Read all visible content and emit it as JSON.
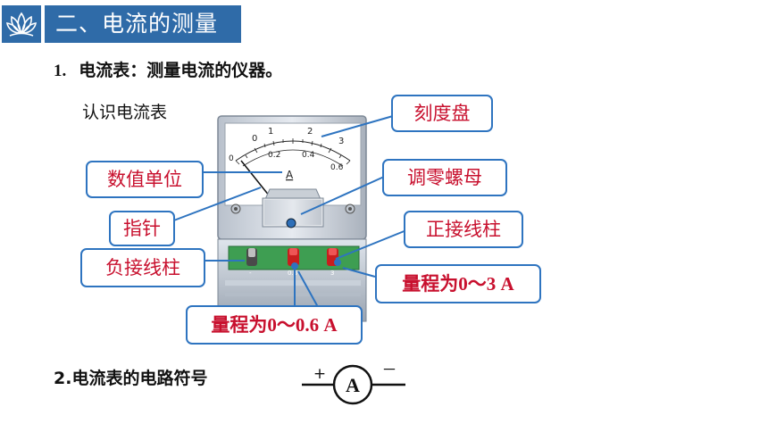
{
  "header": {
    "section_title": "二、电流的测量",
    "logo_icon": "lotus-logo-icon"
  },
  "content": {
    "item1_number": "1.",
    "item1_text": "电流表：测量电流的仪器。",
    "item1_subtitle": "认识电流表",
    "item2_text": "2.电流表的电路符号"
  },
  "meter": {
    "scale_top": [
      "0",
      "1",
      "2"
    ],
    "scale_bottom": [
      "0",
      "0.2",
      "0.4",
      "0.6"
    ],
    "scale_top_end": "3",
    "unit": "A",
    "terminals": [
      "-",
      "0.6",
      "3"
    ]
  },
  "callouts": {
    "dial": "刻度盘",
    "unit": "数值单位",
    "zero_adjust": "调零螺母",
    "pointer": "指针",
    "positive_post": "正接线柱",
    "negative_post": "负接线柱",
    "range_3a": "量程为0～3 A",
    "range_06a": "量程为0～0.6 A"
  },
  "symbol": {
    "plus": "+",
    "minus": "－",
    "letter": "A"
  },
  "colors": {
    "header_blue": "#2f6ba8",
    "callout_border": "#2e74c0",
    "callout_text": "#c8102e",
    "meter_green": "#3e9e52"
  }
}
